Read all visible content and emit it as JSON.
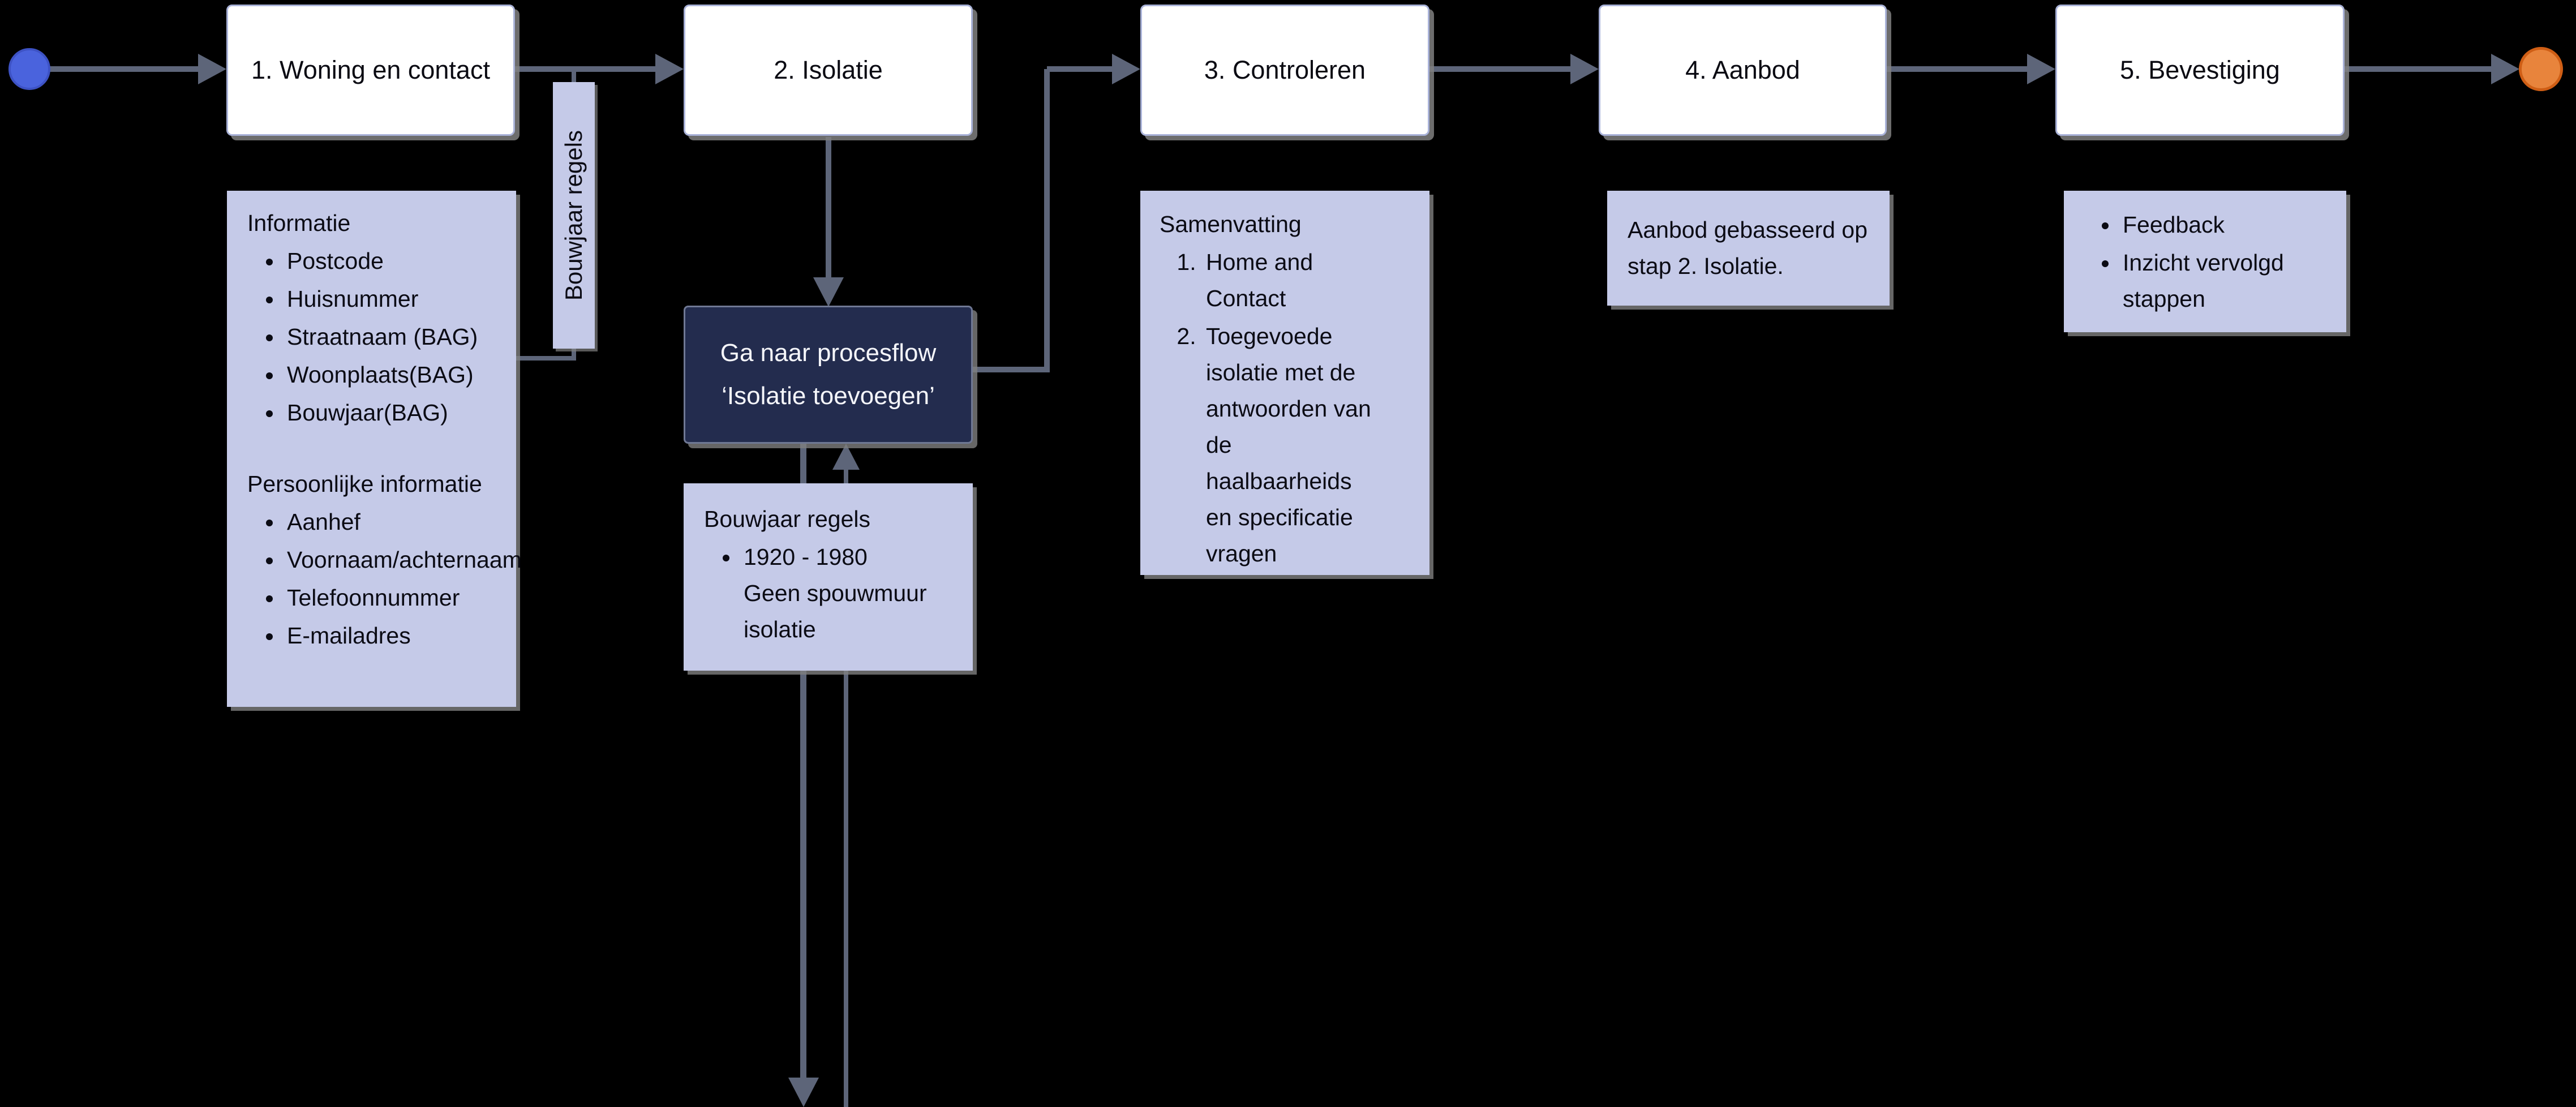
{
  "flow": {
    "steps": [
      {
        "label": "1. Woning en contact"
      },
      {
        "label": "2. Isolatie"
      },
      {
        "label": "3. Controleren"
      },
      {
        "label": "4. Aanbod"
      },
      {
        "label": "5. Bevestiging"
      }
    ],
    "process_box": {
      "line1": "Ga naar procesflow",
      "line2": "‘Isolatie toevoegen’"
    }
  },
  "annotations": {
    "woning_contact": {
      "section1_title": "Informatie",
      "section1_bullets": [
        "Postcode",
        "Huisnummer",
        "Straatnaam (BAG)",
        "Woonplaats(BAG)",
        "Bouwjaar(BAG)"
      ],
      "section2_title": "Persoonlijke informatie",
      "section2_bullets": [
        "Aanhef",
        "Voornaam/achternaam",
        "Telefoonnummer",
        "E-mailadres"
      ]
    },
    "bouwjaar_label": "Bouwjaar regels",
    "bouwjaar_rules": {
      "title": "Bouwjaar regels",
      "bullet_range": "1920 - 1980",
      "bullet_detail": "Geen spouwmuur isolatie"
    },
    "controleren": {
      "title": "Samenvatting",
      "items": [
        "Home and Contact",
        "Toegevoede isolatie met de antwoorden van de haalbaarheids en specificatie vragen"
      ]
    },
    "aanbod": {
      "text": "Aanbod gebasseerd op stap 2. Isolatie."
    },
    "bevestiging": {
      "bullets": [
        "Feedback",
        "Inzicht vervolgd stappen"
      ]
    }
  },
  "colors": {
    "background": "#000000",
    "annotation_fill": "#c5cae8",
    "process_fill": "#232c4e",
    "connector": "#5d6579",
    "step_border": "#a9b2d8",
    "start_node_fill": "#4a63dd",
    "end_node_fill": "#e8843c"
  }
}
